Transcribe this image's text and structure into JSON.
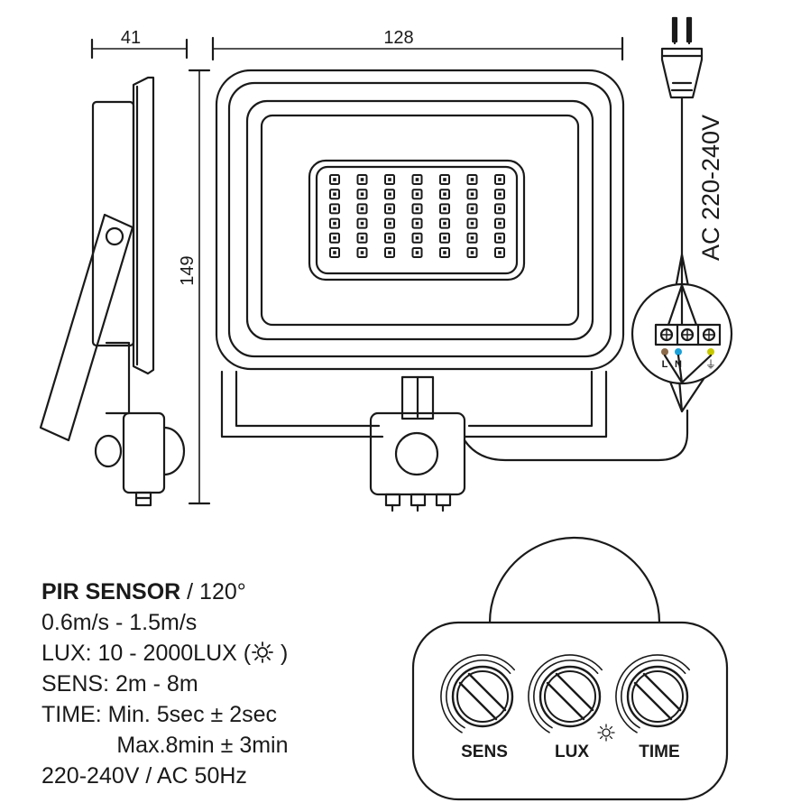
{
  "dimensions": {
    "side_width": "41",
    "front_width": "128",
    "height": "149"
  },
  "power_cable": {
    "voltage_label": "AC 220-240V"
  },
  "terminal_block": {
    "labels": [
      "L",
      "N",
      "⏚"
    ],
    "wire_colors": [
      "#8b6a4a",
      "#1aa0d8",
      "#c8c800"
    ]
  },
  "led_grid": {
    "rows": 6,
    "cols": 7
  },
  "sensor_panel": {
    "knob_labels": [
      "SENS",
      "LUX",
      "TIME"
    ],
    "lux_icon": "sun-icon"
  },
  "specs": {
    "pir_title": "PIR SENSOR",
    "pir_angle": " / 120°",
    "speed": "0.6m/s - 1.5m/s",
    "lux_prefix": "LUX: 10 - 2000LUX (",
    "lux_suffix": " )",
    "sens": "SENS: 2m - 8m",
    "time_min": "TIME: Min. 5sec ± 2sec",
    "time_max": "            Max.8min ± 3min",
    "voltage": "220-240V / AC 50Hz"
  }
}
